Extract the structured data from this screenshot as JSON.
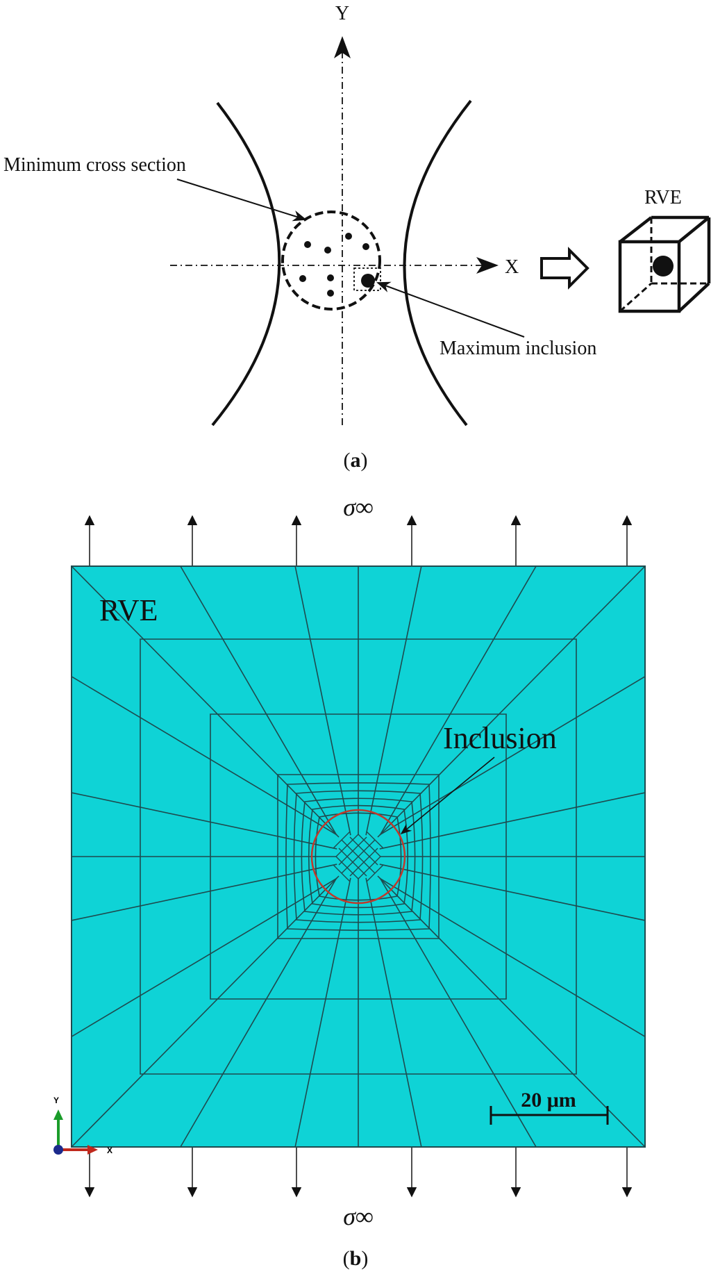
{
  "panel_a": {
    "y_axis_label": "Y",
    "x_axis_label": "X",
    "label_min_section": "Minimum cross section",
    "label_max_inclusion": "Maximum inclusion",
    "rve_label": "RVE",
    "caption_letter": "a"
  },
  "panel_b": {
    "load_label_top": "σ∞",
    "load_label_bottom": "σ∞",
    "rve_label": "RVE",
    "inclusion_label": "Inclusion",
    "scale_bar_label": "20 μm",
    "triad_y": "Y",
    "triad_x": "X",
    "caption_letter": "b"
  },
  "colors": {
    "mesh_fill": "#0fd3d6",
    "mesh_line": "#1e4a4e",
    "inclusion_outline": "#c0392b",
    "triad_y": "#1a9c2a",
    "triad_x": "#c0281c",
    "triad_origin": "#1b2a8c"
  }
}
